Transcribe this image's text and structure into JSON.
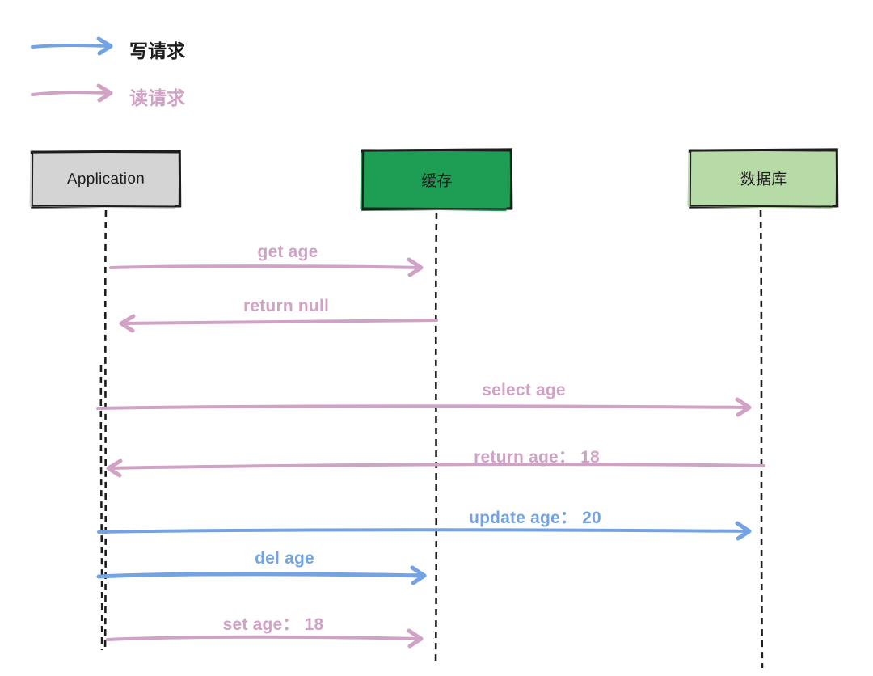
{
  "legend": {
    "write": {
      "label": "写请求"
    },
    "read": {
      "label": "读请求"
    }
  },
  "actors": [
    {
      "id": "application",
      "label": "Application"
    },
    {
      "id": "cache",
      "label": "缓存"
    },
    {
      "id": "database",
      "label": "数据库"
    }
  ],
  "messages": [
    {
      "label": "get age",
      "type": "read",
      "from": "application",
      "to": "cache"
    },
    {
      "label": "return null",
      "type": "read",
      "from": "cache",
      "to": "application"
    },
    {
      "label": "select age",
      "type": "read",
      "from": "application",
      "to": "database"
    },
    {
      "label": "return age： 18",
      "type": "read",
      "from": "database",
      "to": "application"
    },
    {
      "label": "update age： 20",
      "type": "write",
      "from": "application",
      "to": "database"
    },
    {
      "label": "del age",
      "type": "write",
      "from": "application",
      "to": "cache"
    },
    {
      "label": "set age： 18",
      "type": "read",
      "from": "application",
      "to": "cache"
    }
  ],
  "colors": {
    "write_blue": "#74a3e4",
    "read_pink": "#d0a2c5",
    "actor_gray": "#d4d4d4",
    "cache_green": "#1e9e55",
    "db_green": "#b7dba6",
    "ink": "#1d1d1d",
    "canvas_bg": "#ffffff"
  }
}
